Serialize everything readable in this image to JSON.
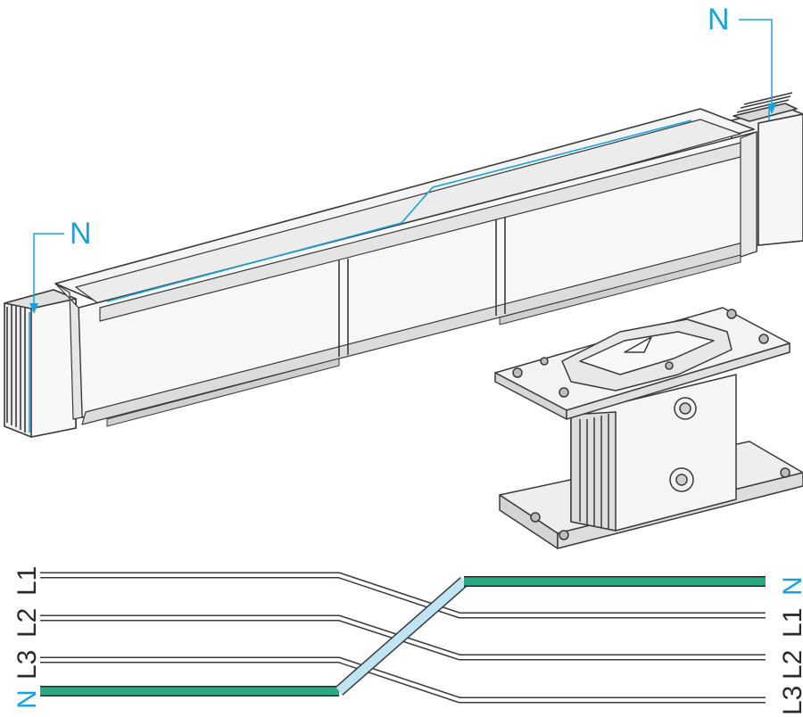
{
  "labels": {
    "neutral_left": "N",
    "neutral_right": "N"
  },
  "phases_left": [
    "L1",
    "L2",
    "L3",
    "N"
  ],
  "phases_right": [
    "N",
    "L1",
    "L2",
    "L3"
  ],
  "colors": {
    "outline": "#3a3a3a",
    "neutral_accent": "#1aa3d9",
    "neutral_bar": "#2aa883",
    "metal_light": "#f4f4f4",
    "metal_mid": "#e2e2e2",
    "metal_dark": "#c8c8c8"
  }
}
